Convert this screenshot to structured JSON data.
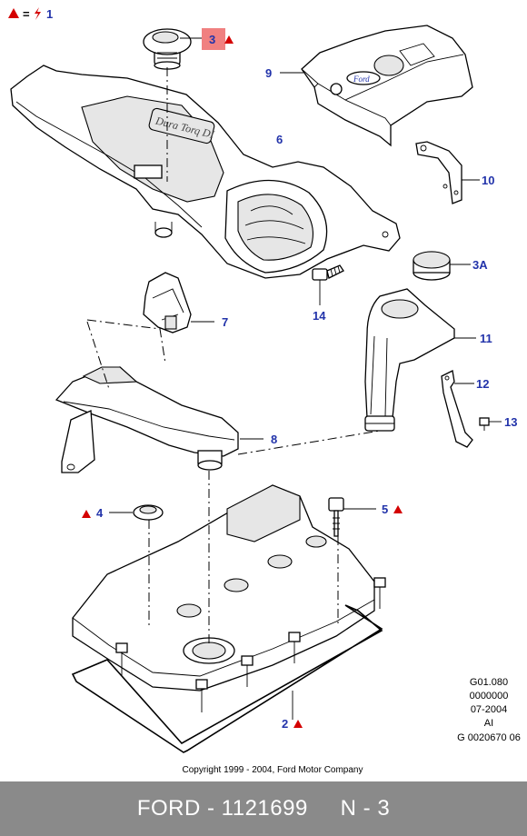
{
  "legend": {
    "equals": "=",
    "number": "1"
  },
  "callouts": [
    {
      "id": "3",
      "label": "3"
    },
    {
      "id": "9",
      "label": "9"
    },
    {
      "id": "6",
      "label": "6"
    },
    {
      "id": "10",
      "label": "10"
    },
    {
      "id": "3A",
      "label": "3A"
    },
    {
      "id": "14",
      "label": "14"
    },
    {
      "id": "7",
      "label": "7"
    },
    {
      "id": "11",
      "label": "11"
    },
    {
      "id": "12",
      "label": "12"
    },
    {
      "id": "13",
      "label": "13"
    },
    {
      "id": "8",
      "label": "8"
    },
    {
      "id": "4",
      "label": "4"
    },
    {
      "id": "5",
      "label": "5"
    },
    {
      "id": "2",
      "label": "2"
    }
  ],
  "cover_logo_text": "Dura Torq DI",
  "brand_badge": "Ford",
  "reference_block": [
    "G01.080",
    "0000000",
    "07-2004",
    "AI",
    "G 0020670 06"
  ],
  "copyright": "Copyright 1999 - 2004, Ford Motor Company",
  "footer": {
    "brand": "FORD",
    "part_number": "1121699",
    "page": "N - 3"
  },
  "colors": {
    "callout": "#2233aa",
    "warning": "#d40000",
    "footer_bg": "#8a8a8a",
    "highlight_box": "#f08080"
  }
}
